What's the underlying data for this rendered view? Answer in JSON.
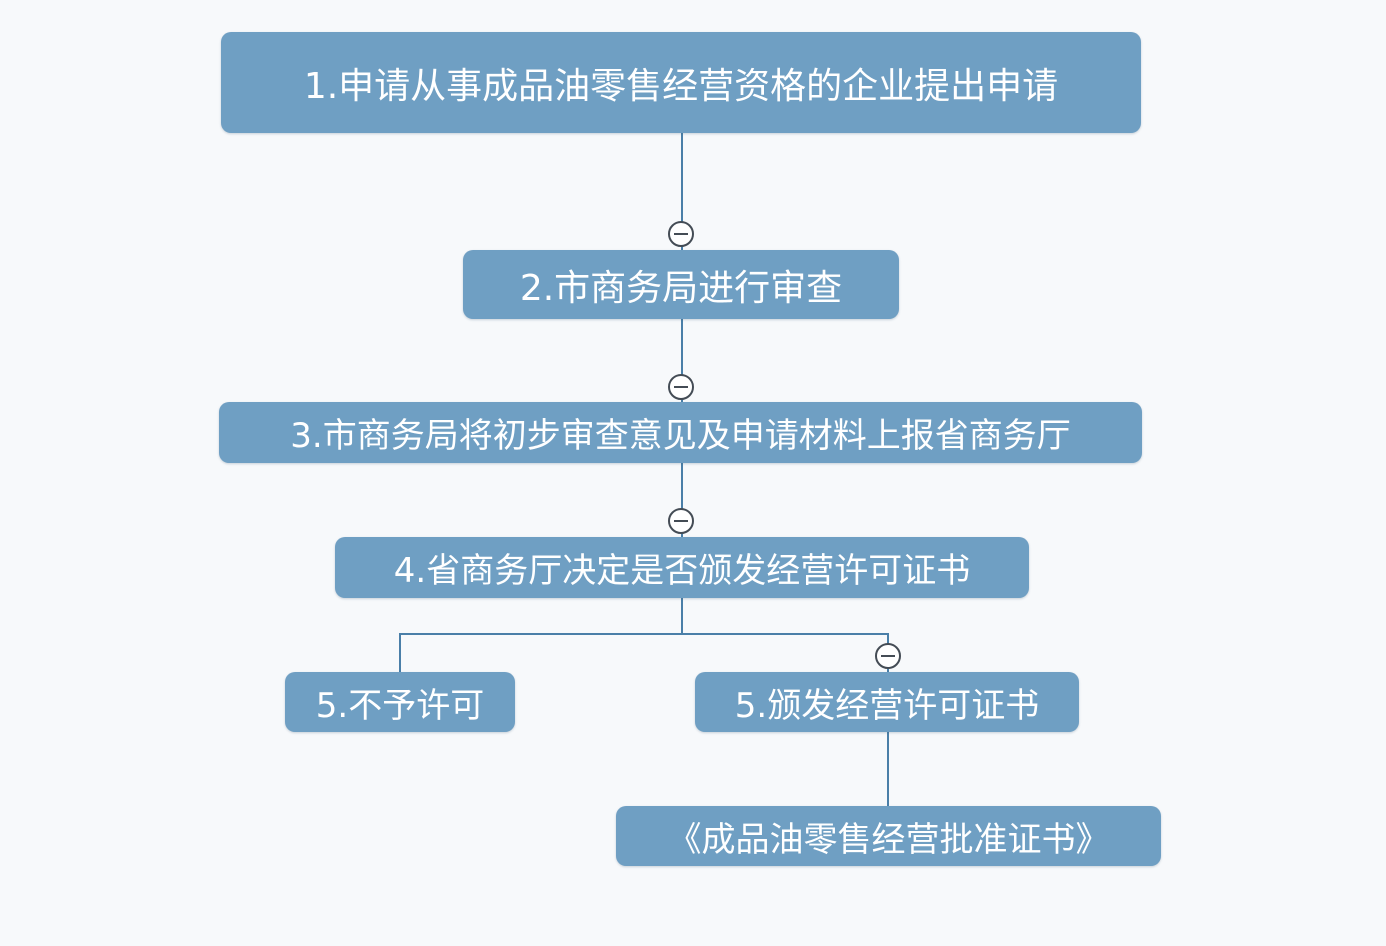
{
  "diagram": {
    "type": "flowchart",
    "colors": {
      "node_fill": "#6f9fc3",
      "node_text": "#ffffff",
      "connector": "#4a7fa8",
      "background": "#f7f9fb"
    },
    "nodes": [
      {
        "id": "n1",
        "label": "1.申请从事成品油零售经营资格的企业提出申请"
      },
      {
        "id": "n2",
        "label": "2.市商务局进行审查"
      },
      {
        "id": "n3",
        "label": "3.市商务局将初步审查意见及申请材料上报省商务厅"
      },
      {
        "id": "n4",
        "label": "4.省商务厅决定是否颁发经营许可证书"
      },
      {
        "id": "n5a",
        "label": "5.不予许可"
      },
      {
        "id": "n5b",
        "label": "5.颁发经营许可证书"
      },
      {
        "id": "n6",
        "label": "《成品油零售经营批准证书》"
      }
    ],
    "edges": [
      {
        "from": "n1",
        "to": "n2"
      },
      {
        "from": "n2",
        "to": "n3"
      },
      {
        "from": "n3",
        "to": "n4"
      },
      {
        "from": "n4",
        "to": "n5a"
      },
      {
        "from": "n4",
        "to": "n5b"
      },
      {
        "from": "n5b",
        "to": "n6"
      }
    ],
    "collapse_icon": "minus-circle-icon"
  }
}
